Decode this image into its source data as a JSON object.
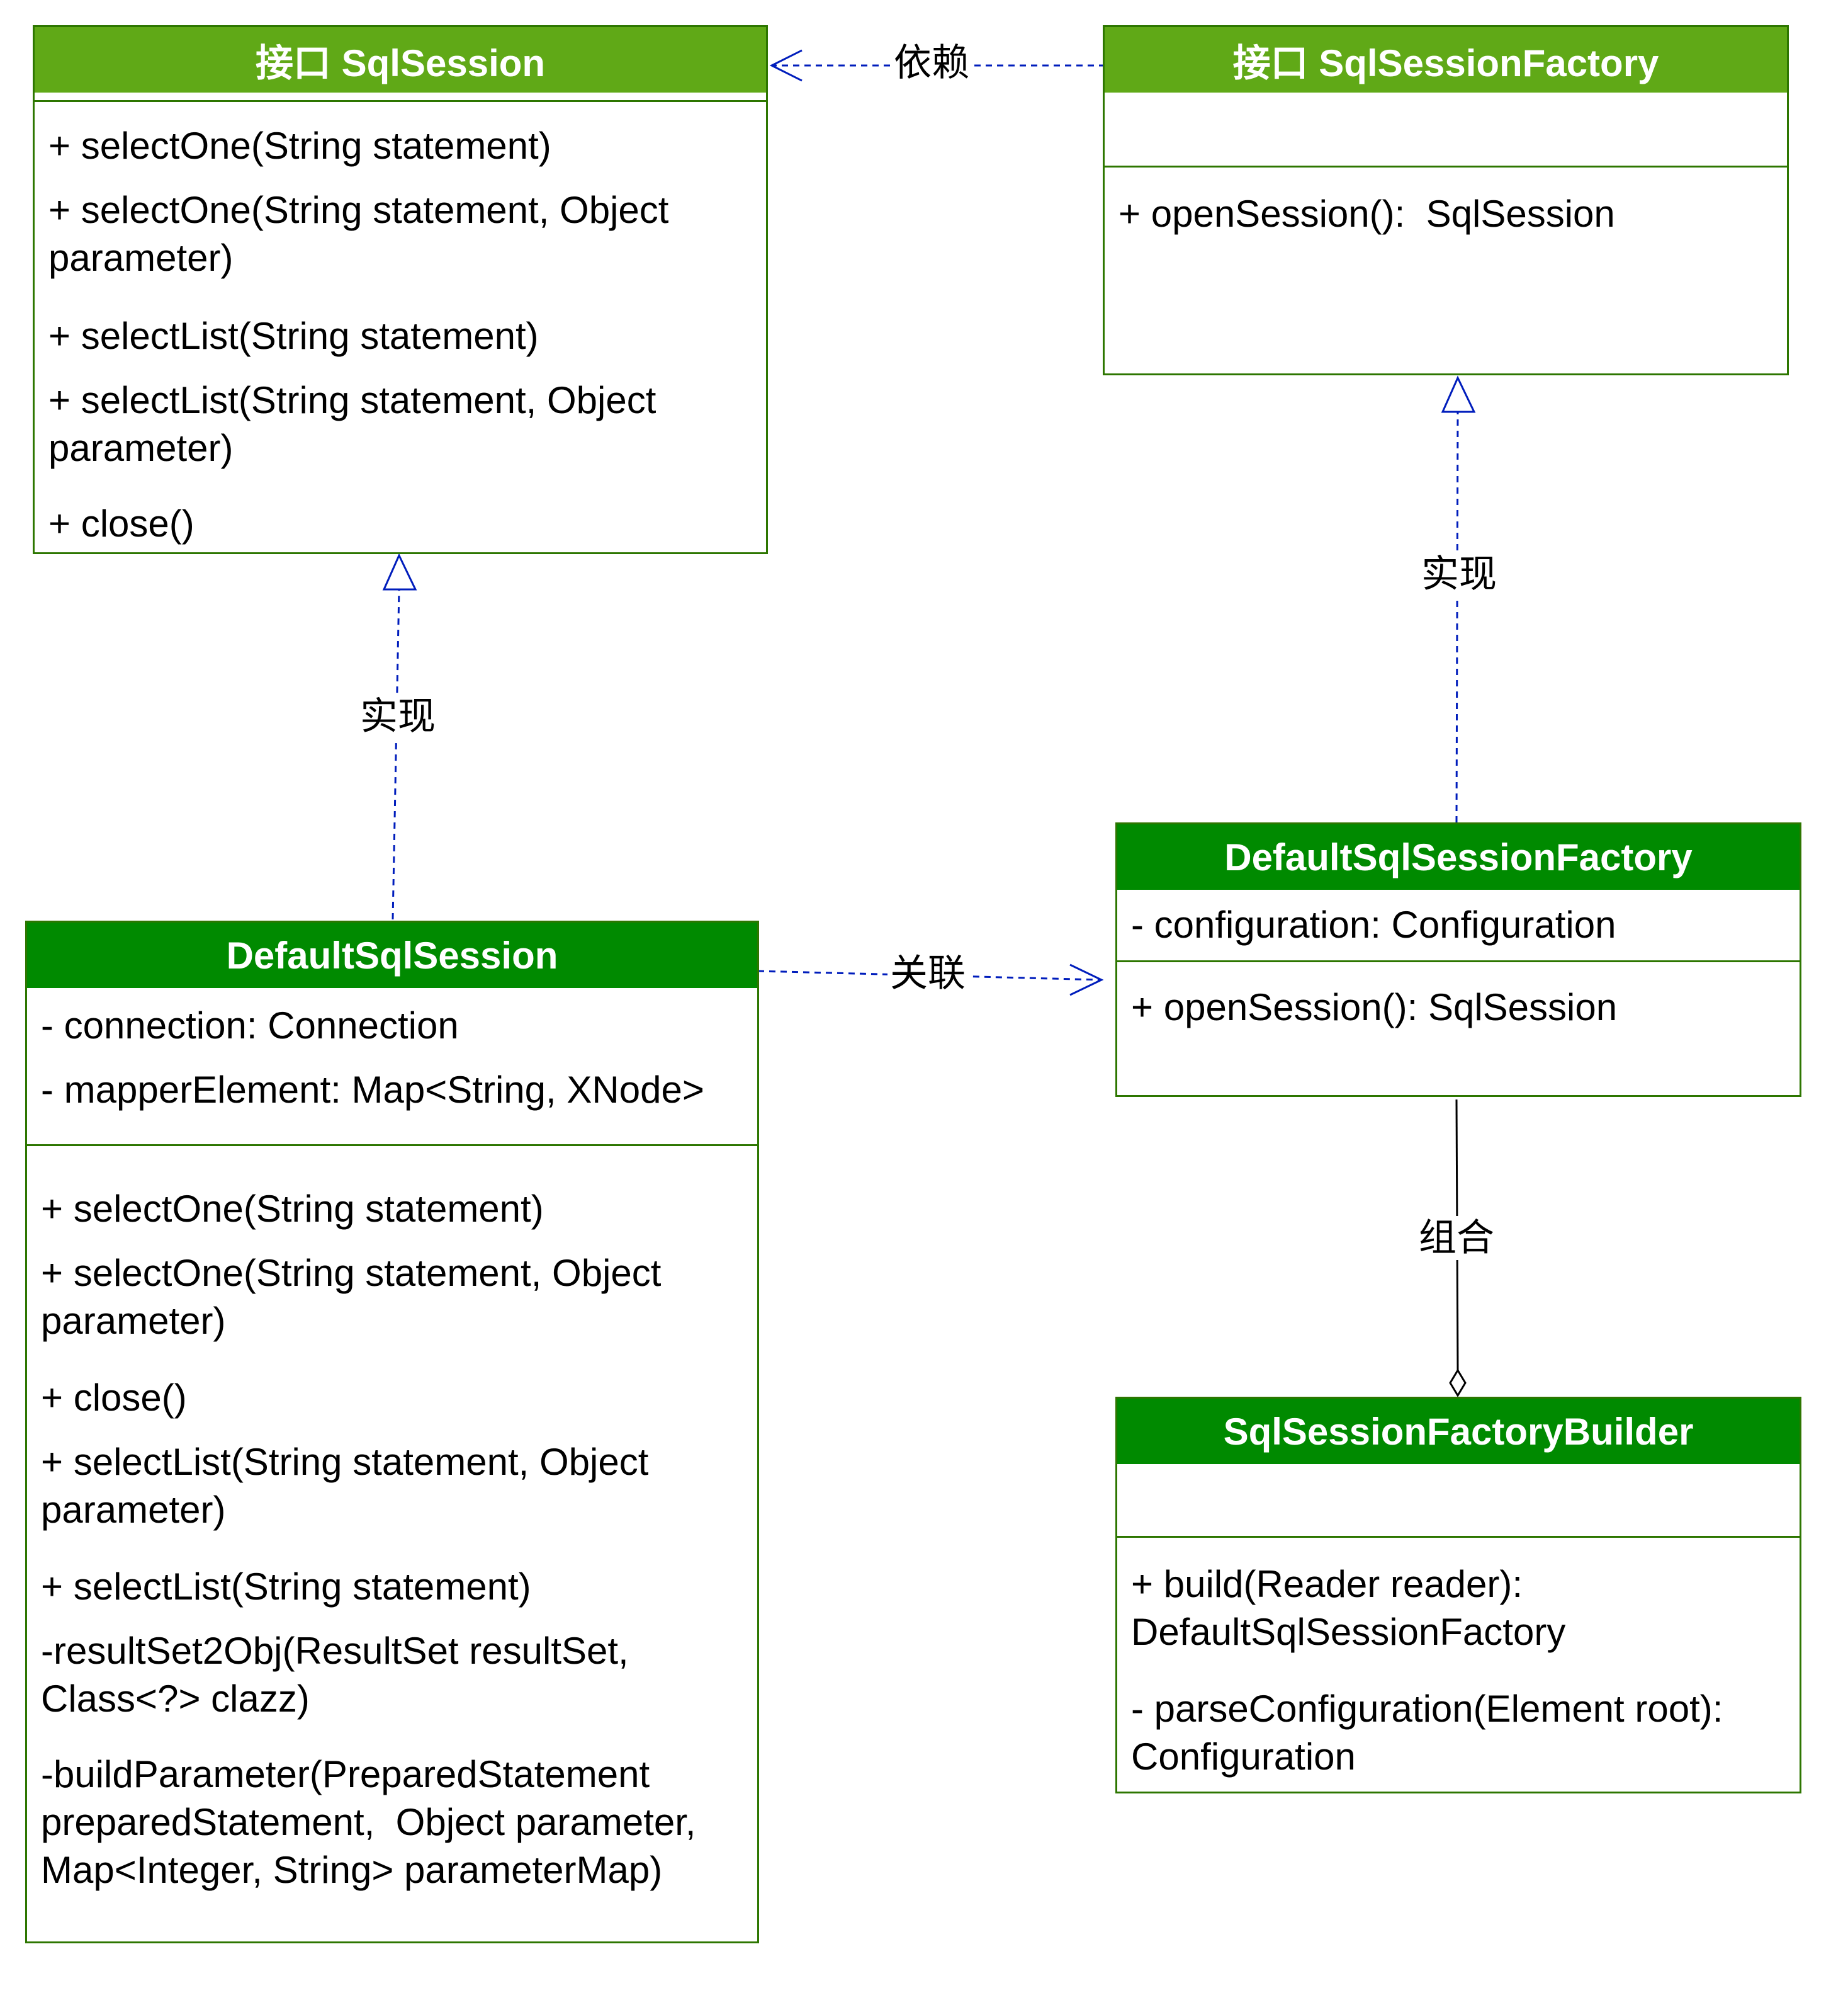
{
  "classes": {
    "sql_session": {
      "title": "接口 SqlSession",
      "attributes": [],
      "methods": [
        "+ selectOne(String statement)",
        "+ selectOne(String statement, Object parameter)",
        "+ selectList(String statement)",
        "+ selectList(String statement, Object parameter)",
        "+ close()"
      ]
    },
    "sql_session_factory": {
      "title": "接口 SqlSessionFactory",
      "attributes": [],
      "methods": [
        "+ openSession():  SqlSession"
      ]
    },
    "default_sql_session": {
      "title": "DefaultSqlSession",
      "attributes": [
        "- connection: Connection",
        "- mapperElement: Map<String, XNode>"
      ],
      "methods": [
        "+ selectOne(String statement)",
        "+ selectOne(String statement, Object parameter)",
        "+ close()",
        "+ selectList(String statement, Object parameter)",
        "+ selectList(String statement)",
        "-resultSet2Obj(ResultSet resultSet, Class<?> clazz)",
        "-buildParameter(PreparedStatement preparedStatement,  Object parameter, Map<Integer, String> parameterMap)"
      ]
    },
    "default_sql_session_factory": {
      "title": "DefaultSqlSessionFactory",
      "attributes": [
        "- configuration: Configuration"
      ],
      "methods": [
        "+ openSession(): SqlSession"
      ]
    },
    "sql_session_factory_builder": {
      "title": "SqlSessionFactoryBuilder",
      "attributes": [],
      "methods": [
        "+ build(Reader reader): DefaultSqlSessionFactory",
        "- parseConfiguration(Element root): Configuration"
      ]
    }
  },
  "edges": {
    "dependency": {
      "label": "依赖"
    },
    "realize_session": {
      "label": "实现"
    },
    "realize_factory": {
      "label": "实现"
    },
    "association": {
      "label": "关联"
    },
    "composition": {
      "label": "组合"
    }
  },
  "colors": {
    "header_interface": "#60A917",
    "header_class": "#008A00",
    "border": "#2D7600",
    "edge_dashed": "#001DBC",
    "edge_solid": "#000000"
  }
}
